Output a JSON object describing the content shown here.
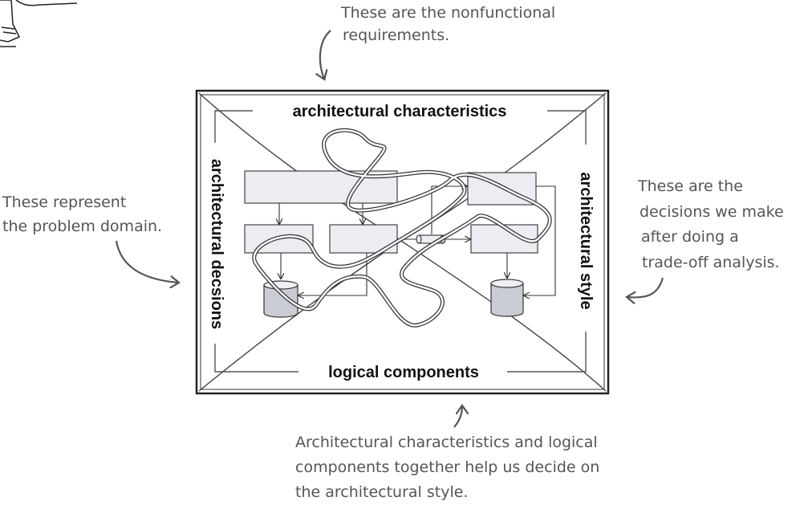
{
  "labels": {
    "top": "architectural characteristics",
    "bottom": "logical components",
    "left": "architectural decsions",
    "right": "architectural style"
  },
  "annotations": {
    "top": [
      "These are the nonfunctional",
      "requirements."
    ],
    "left": [
      "These represent",
      "the problem domain."
    ],
    "right": [
      "These are the",
      "decisions we make",
      "after doing a",
      "trade-off analysis."
    ],
    "bottom": [
      "Architectural characteristics and logical",
      "components together help us decide on",
      "the architectural style."
    ]
  },
  "colors": {
    "box_fill": "#ececf2",
    "cylinder_fill": "#c9ccd4",
    "line": "#333333",
    "annotation": "#555555"
  }
}
